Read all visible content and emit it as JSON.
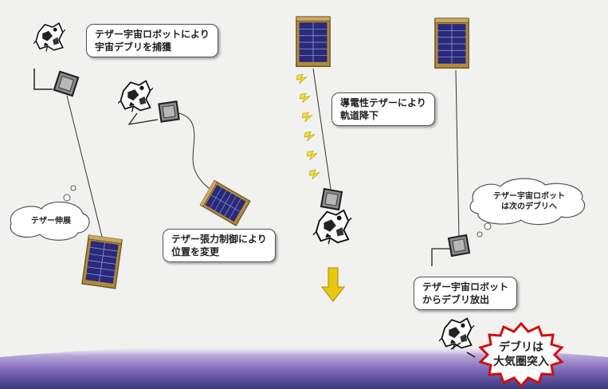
{
  "labels": {
    "capture": [
      "テザー宇宙ロボットにより",
      "宇宙デブリを捕獲"
    ],
    "tether_extend": "テザー伸展",
    "tension_control": [
      "テザー張力制御により",
      "位置を変更"
    ],
    "deorbit": [
      "導電性テザーにより",
      "軌道降下"
    ],
    "next_debris": [
      "テザー宇宙ロボット",
      "は次のデブリへ"
    ],
    "release": [
      "テザー宇宙ロボット",
      "からデブリ放出"
    ],
    "reentry": [
      "デブリは",
      "大気圏突入"
    ]
  },
  "colors": {
    "background": "#f1f1ef",
    "panel": "#2a2a7a",
    "frame": "#b28a3c",
    "arrow": "#e8c810",
    "lightning": "#f0e040",
    "burst": "#d01010",
    "atmosphere": "#7a64b8"
  }
}
